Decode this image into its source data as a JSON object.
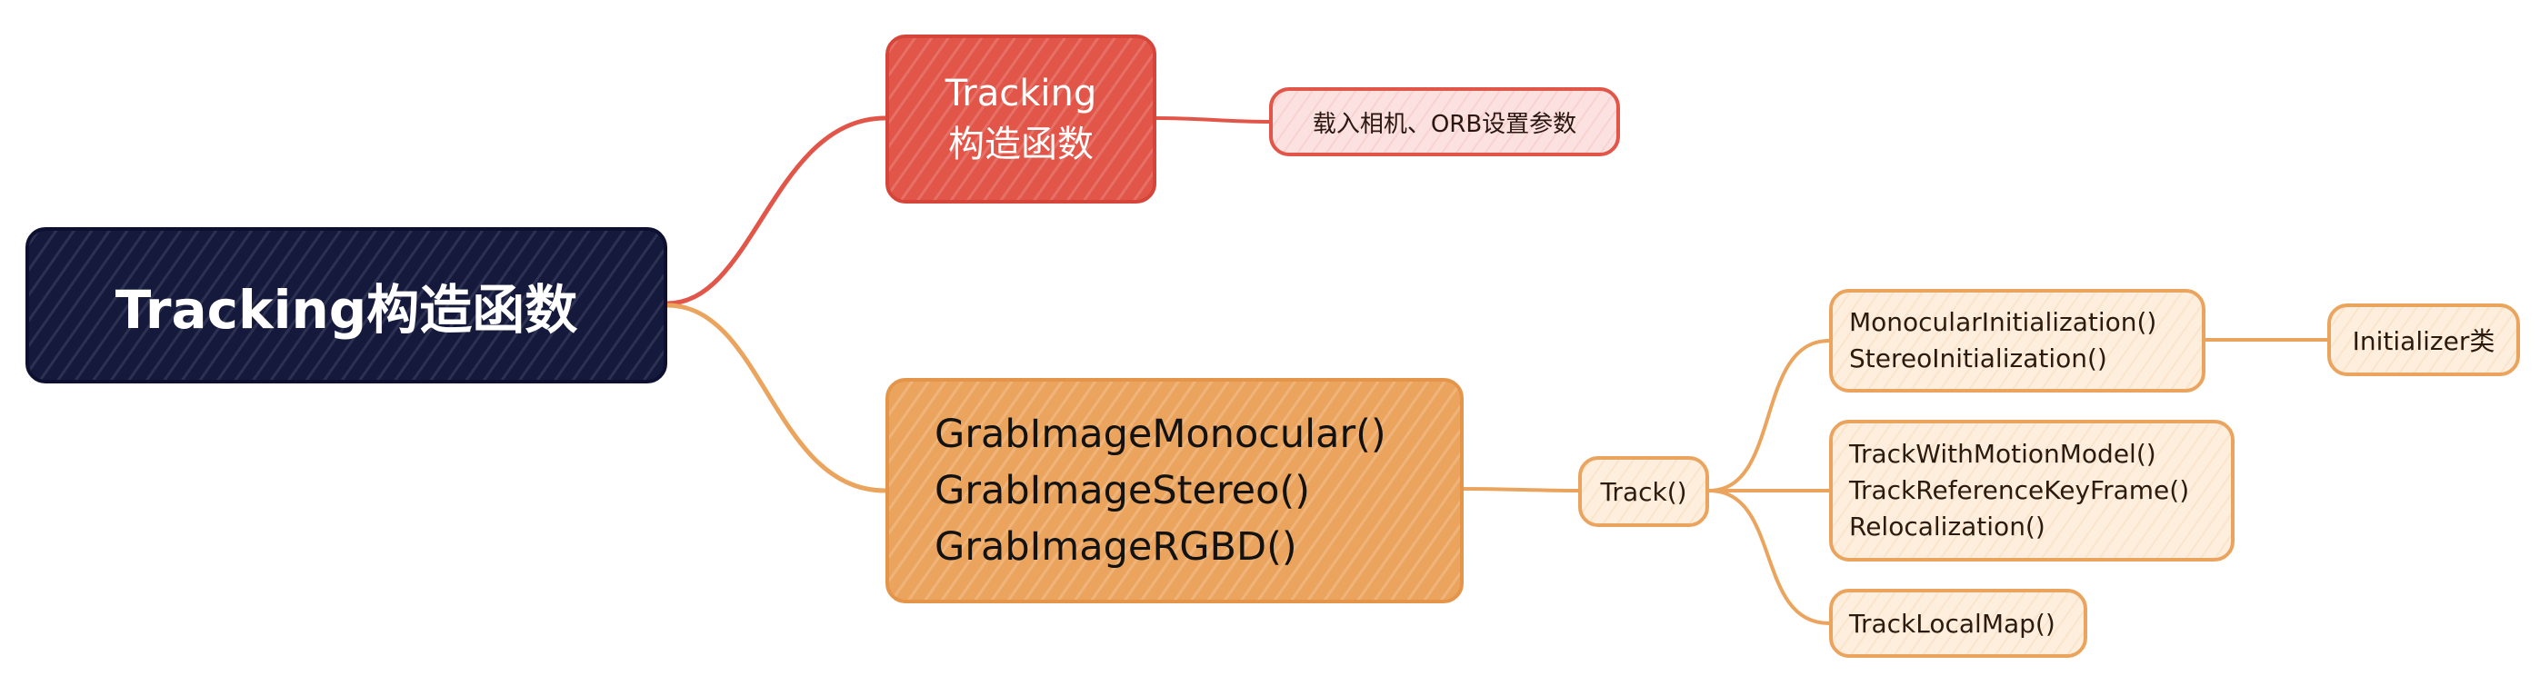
{
  "colors": {
    "root": "#151a3d",
    "constructor_branch": "#e25549",
    "grab_branch": "#eba45d",
    "pale_red": "#fbe1df",
    "pale_orange": "#fdeedd"
  },
  "nodes": {
    "root": {
      "label": "Tracking构造函数"
    },
    "constructor": {
      "lines": [
        "Tracking",
        "构造函数"
      ]
    },
    "load_params": {
      "label": "载入相机、ORB设置参数"
    },
    "grab": {
      "lines": [
        "GrabImageMonocular()",
        "GrabImageStereo()",
        "GrabImageRGBD()"
      ]
    },
    "track": {
      "label": "Track()"
    },
    "initialization": {
      "lines": [
        "MonocularInitialization()",
        "StereoInitialization()"
      ]
    },
    "initializer_class": {
      "label": "Initializer类"
    },
    "tracking_methods": {
      "lines": [
        "TrackWithMotionModel()",
        "TrackReferenceKeyFrame()",
        "Relocalization()"
      ]
    },
    "local_map": {
      "label": "TrackLocalMap()"
    }
  }
}
